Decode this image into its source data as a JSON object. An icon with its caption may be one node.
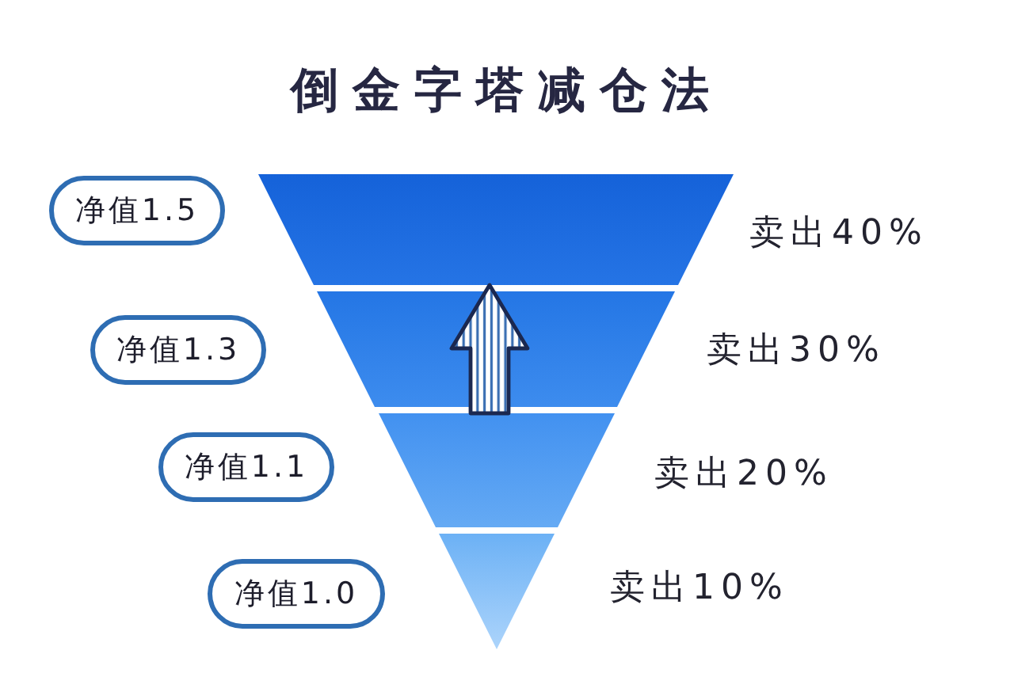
{
  "diagram": {
    "title": "倒金字塔减仓法",
    "nodes": [
      {
        "text": [
          "净值1.5"
        ]
      },
      {
        "text": [],
        "shape": "band",
        "beside": [
          "卖出40%"
        ]
      },
      {
        "text": [
          "净值1.3"
        ]
      },
      {
        "text": [],
        "shape": "band",
        "beside": [
          "卖出30%"
        ]
      },
      {
        "text": [
          "净值1.1"
        ]
      },
      {
        "text": [],
        "shape": "band",
        "beside": [
          "卖出20%"
        ]
      },
      {
        "text": [
          "净值1.0"
        ]
      },
      {
        "text": [],
        "shape": "band",
        "beside": [
          "卖出10%"
        ]
      }
    ],
    "edges": [
      {
        "from": 5,
        "to": 1,
        "arrow": "to"
      }
    ]
  }
}
